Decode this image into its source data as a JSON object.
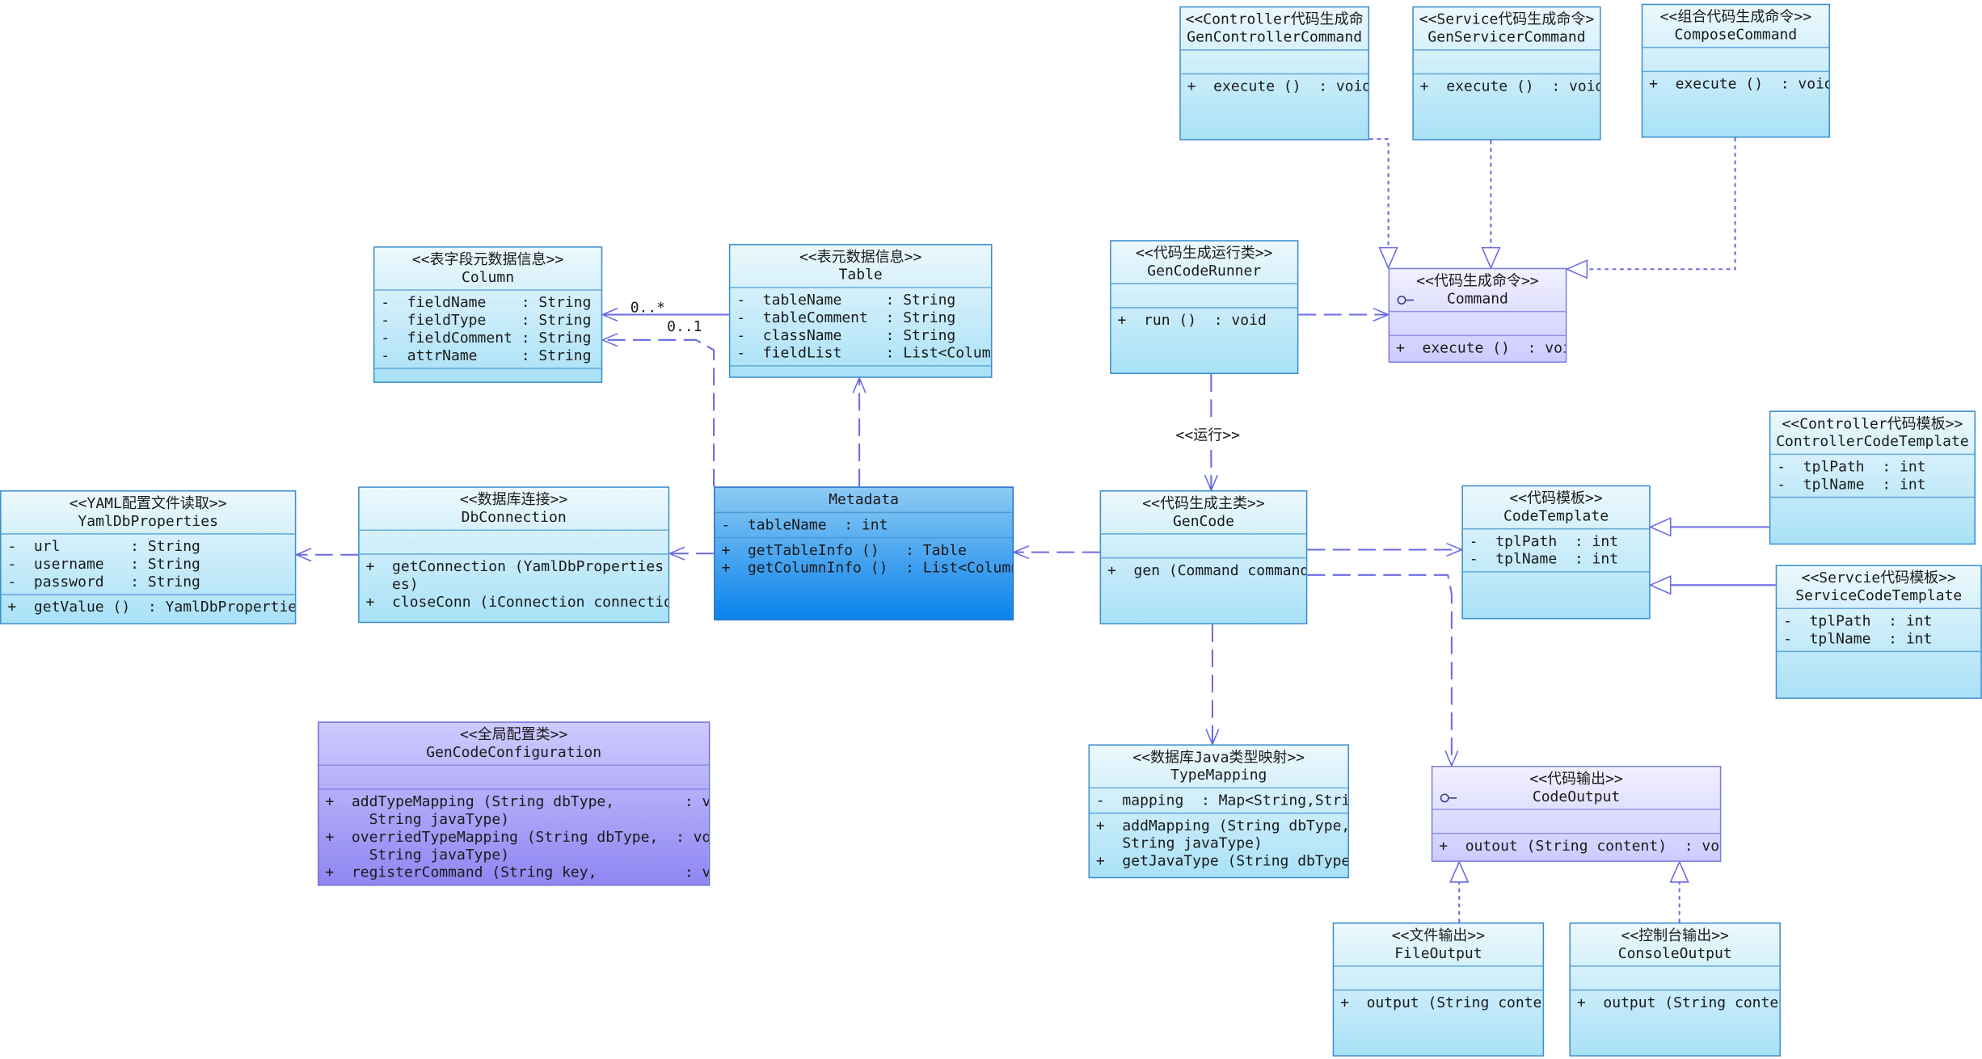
{
  "classes": {
    "gen_controller_command": {
      "stereotype": "<<Controller代码生成命",
      "name": "GenControllerCommand",
      "attributes": [],
      "operations": [
        "+  execute ()  : void"
      ]
    },
    "gen_servicer_command": {
      "stereotype": "<<Service代码生成命令>",
      "name": "GenServicerCommand",
      "attributes": [],
      "operations": [
        "+  execute ()  : void"
      ]
    },
    "compose_command": {
      "stereotype": "<<组合代码生成命令>>",
      "name": "ComposeCommand",
      "attributes": [],
      "operations": [
        "+  execute ()  : void"
      ]
    },
    "column": {
      "stereotype": "<<表字段元数据信息>>",
      "name": "Column",
      "attributes": [
        "-  fieldName    : String",
        "-  fieldType    : String",
        "-  fieldComment : String",
        "-  attrName     : String"
      ],
      "operations": []
    },
    "table": {
      "stereotype": "<<表元数据信息>>",
      "name": "Table",
      "attributes": [
        "-  tableName     : String",
        "-  tableComment  : String",
        "-  className     : String",
        "-  fieldList     : List<Column>"
      ],
      "operations": []
    },
    "gen_code_runner": {
      "stereotype": "<<代码生成运行类>>",
      "name": "GenCodeRunner",
      "attributes": [],
      "operations": [
        "+  run ()  : void"
      ]
    },
    "command": {
      "stereotype": "<<代码生成命令>>",
      "name": "Command",
      "attributes": [],
      "operations": [
        "+  execute ()  : void"
      ]
    },
    "controller_code_template": {
      "stereotype": "<<Controller代码模板>>",
      "name": "ControllerCodeTemplate",
      "attributes": [
        "-  tplPath  : int",
        "-  tplName  : int"
      ],
      "operations": []
    },
    "yaml_db_properties": {
      "stereotype": "<<YAML配置文件读取>>",
      "name": "YamlDbProperties",
      "attributes": [
        "-  url        : String",
        "-  username   : String",
        "-  password   : String"
      ],
      "operations": [
        "+  getValue ()  : YamlDbProperties"
      ]
    },
    "db_connection": {
      "stereotype": "<<数据库连接>>",
      "name": "DbConnection",
      "attributes": [],
      "operations": [
        "+  getConnection (YamlDbProperties pr",
        "   es)",
        "+  closeConn (iConnection connection)"
      ]
    },
    "metadata": {
      "stereotype": "",
      "name": "Metadata",
      "attributes": [
        "-  tableName  : int"
      ],
      "operations": [
        "+  getTableInfo ()   : Table",
        "+  getColumnInfo ()  : List<Column>"
      ]
    },
    "gen_code": {
      "stereotype": "<<代码生成主类>>",
      "name": "GenCode",
      "attributes": [],
      "operations": [
        "+  gen (Command command)"
      ]
    },
    "code_template": {
      "stereotype": "<<代码模板>>",
      "name": "CodeTemplate",
      "attributes": [
        "-  tplPath  : int",
        "-  tplName  : int"
      ],
      "operations": []
    },
    "service_code_template": {
      "stereotype": "<<Servcie代码模板>>",
      "name": "ServiceCodeTemplate",
      "attributes": [
        "-  tplPath  : int",
        "-  tplName  : int"
      ],
      "operations": []
    },
    "gen_code_configuration": {
      "stereotype": "<<全局配置类>>",
      "name": "GenCodeConfiguration",
      "attributes": [],
      "operations": [
        "+  addTypeMapping (String dbType,        : void",
        "     String javaType)",
        "+  overriedTypeMapping (String dbType,  : void",
        "     String javaType)",
        "+  registerCommand (String key,          : void"
      ]
    },
    "type_mapping": {
      "stereotype": "<<数据库Java类型映射>>",
      "name": "TypeMapping",
      "attributes": [
        "-  mapping  : Map<String,String"
      ],
      "operations": [
        "+  addMapping (String dbType,",
        "   String javaType)",
        "+  getJavaType (String dbType)"
      ]
    },
    "code_output": {
      "stereotype": "<<代码输出>>",
      "name": "CodeOutput",
      "attributes": [],
      "operations": [
        "+  outout (String content)  : void"
      ]
    },
    "file_output": {
      "stereotype": "<<文件输出>>",
      "name": "FileOutput",
      "attributes": [],
      "operations": [
        "+  output (String content"
      ]
    },
    "console_output": {
      "stereotype": "<<控制台输出>>",
      "name": "ConsoleOutput",
      "attributes": [],
      "operations": [
        "+  output (String content"
      ]
    }
  },
  "edge_labels": {
    "table_column_multiplicity": "0..*",
    "metadata_column_multiplicity": "0..1",
    "runner_gencode_stereotype": "<<运行>>"
  },
  "colors": {
    "class_border": "#3c8fd0",
    "class_fill_light": "#ecf8fd",
    "class_fill_dark": "#a9e1f7",
    "interface_border": "#7d7de0",
    "edge_line": "#6a6ae6"
  }
}
